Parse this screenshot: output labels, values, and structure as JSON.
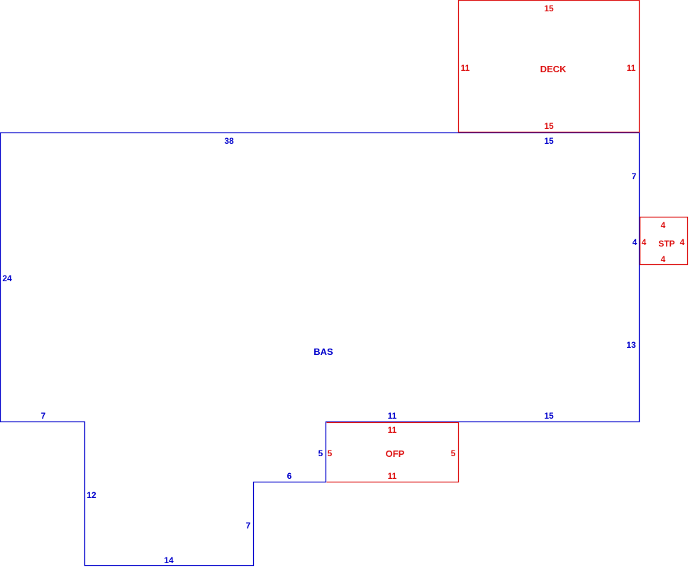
{
  "colors": {
    "bas": "#0000cc",
    "addon": "#dd1111"
  },
  "areas": {
    "deck": {
      "name": "DECK",
      "top": "15",
      "bottom": "15",
      "left": "11",
      "right": "11"
    },
    "bas": {
      "name": "BAS",
      "top_left": "38",
      "top_right": "15",
      "right_upper": "7",
      "right_mid": "4",
      "right_lower": "13",
      "bottom_right": "15",
      "bottom_mid": "11",
      "left": "24",
      "bottom_left": "7",
      "notch_left": "12",
      "notch_bottom": "14",
      "notch_right": "7",
      "step": "6",
      "ofp_side": "5"
    },
    "stp": {
      "name": "STP",
      "top": "4",
      "bottom": "4",
      "left": "4",
      "right": "4"
    },
    "ofp": {
      "name": "OFP",
      "top": "11",
      "bottom": "11",
      "left": "5",
      "right": "5"
    }
  }
}
